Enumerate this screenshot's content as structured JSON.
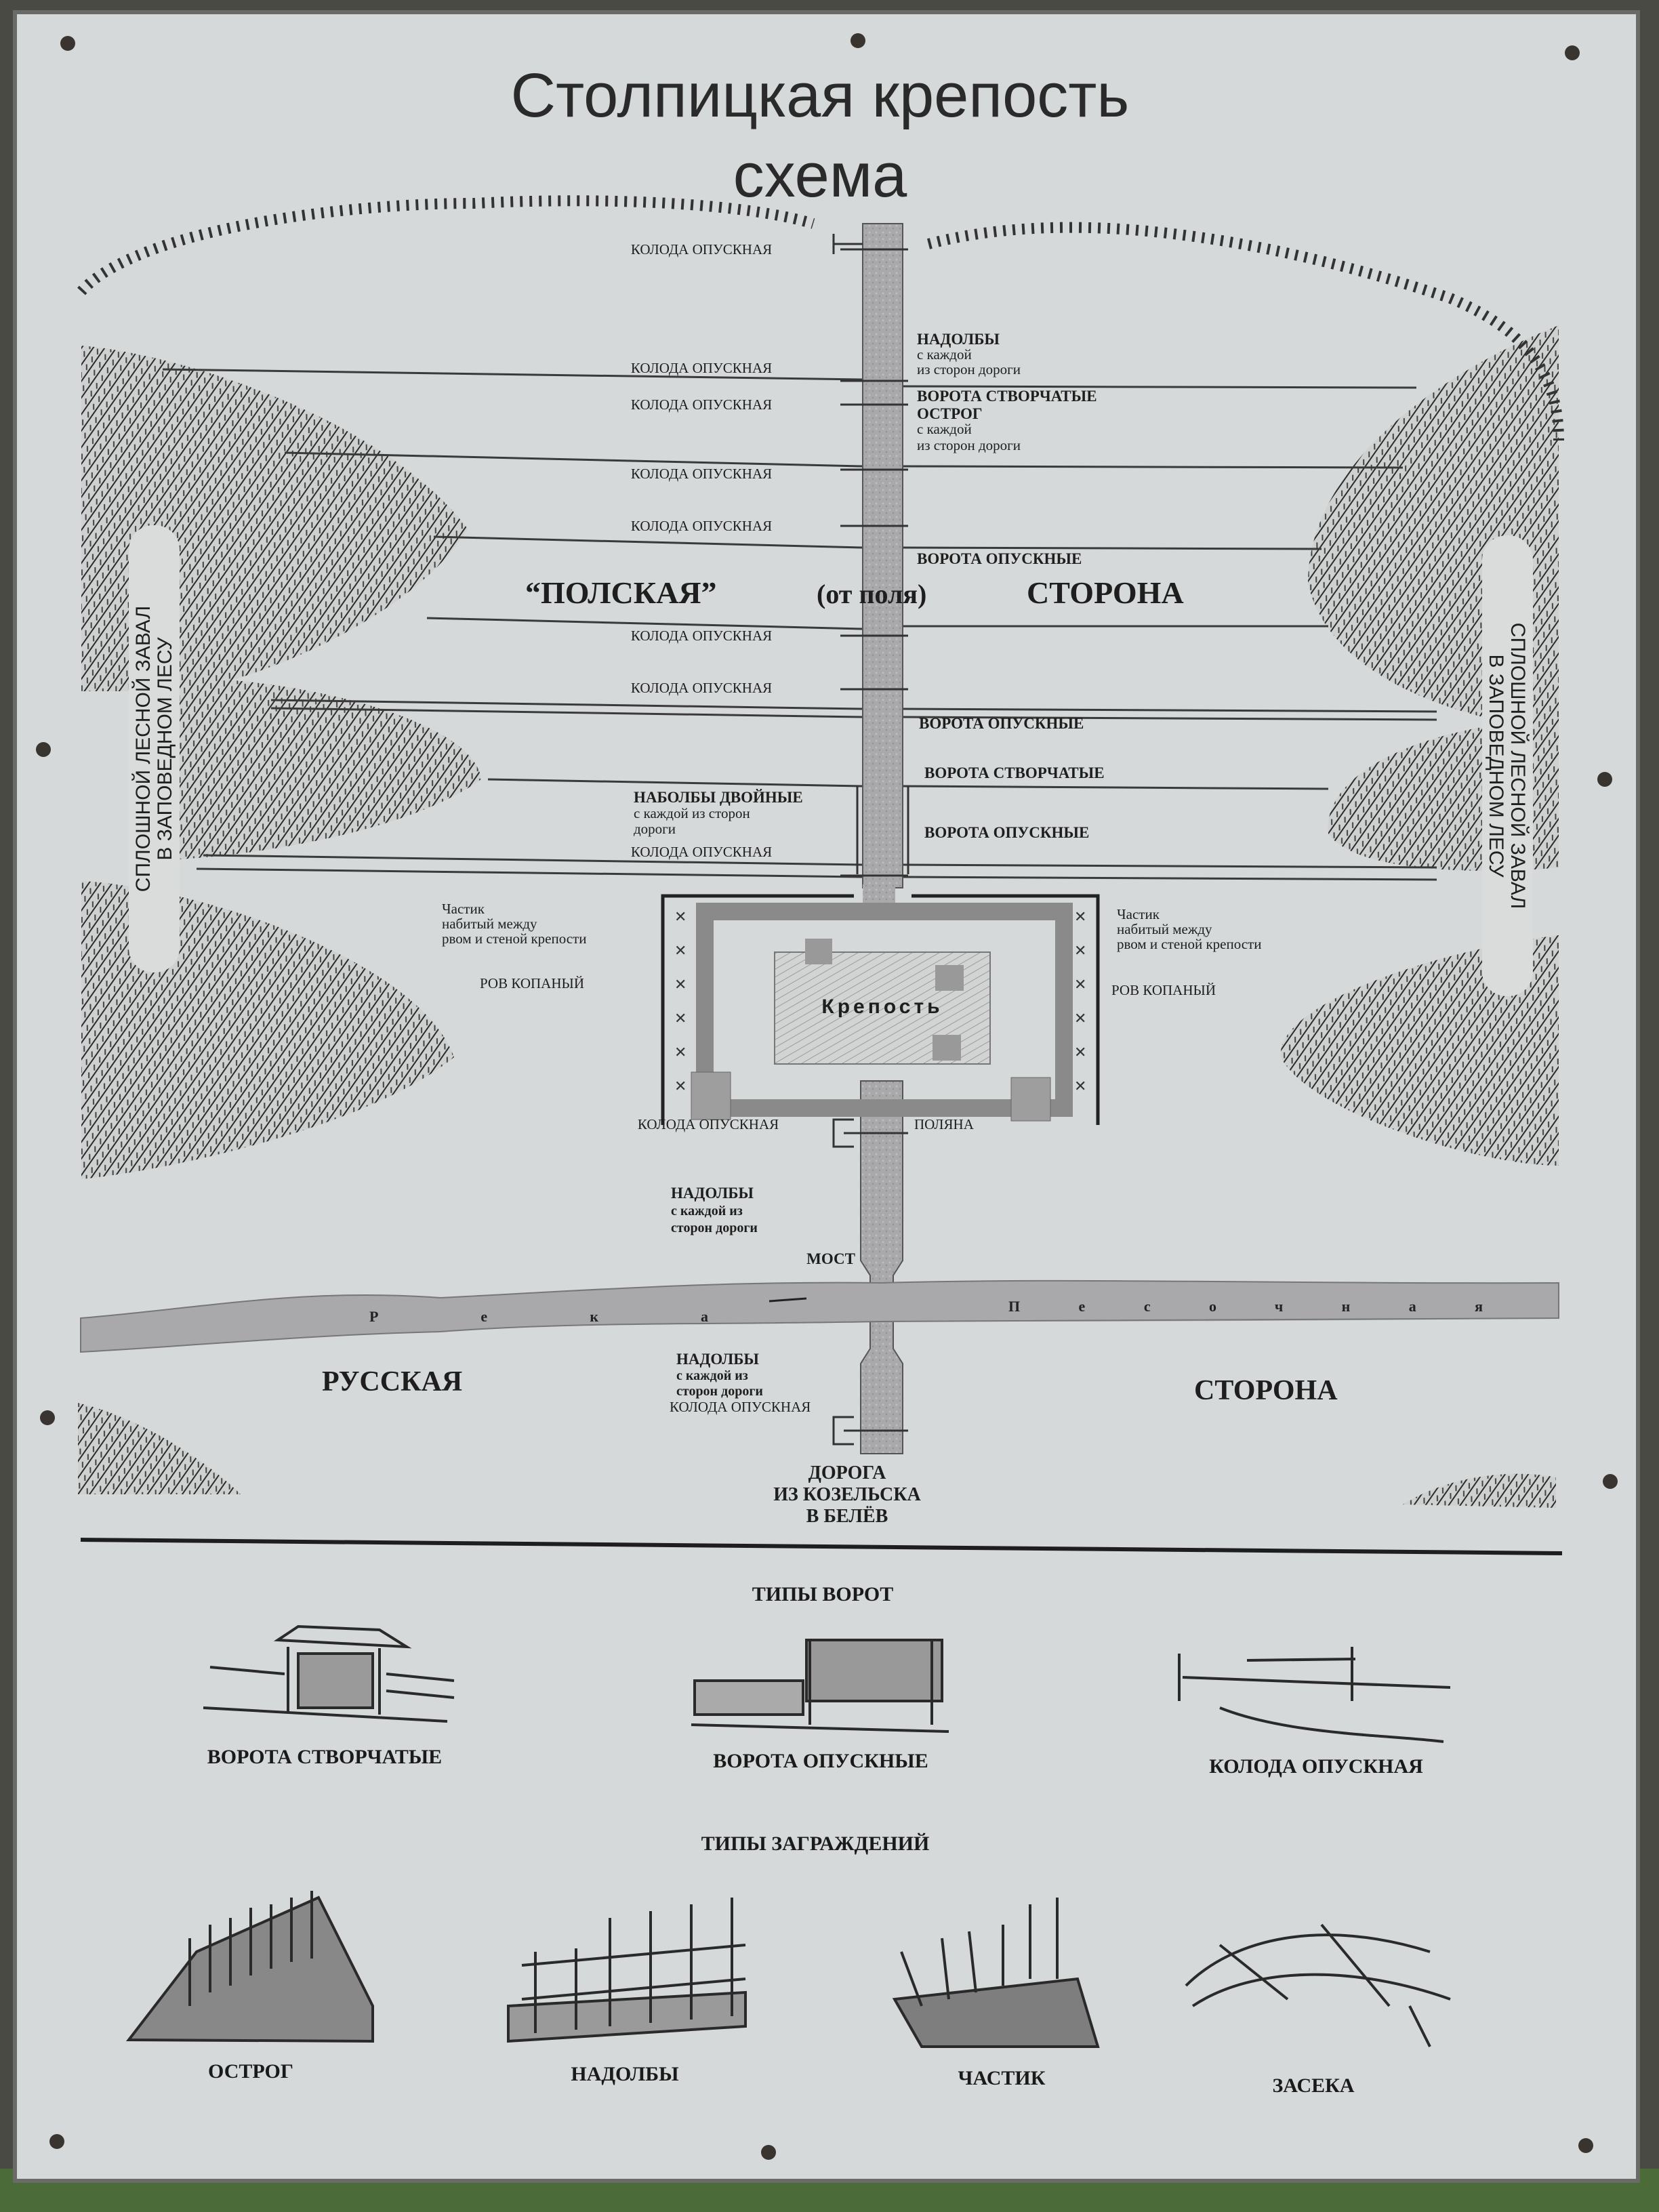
{
  "title": {
    "line1": "Столпицкая крепость",
    "line2": "схема"
  },
  "diagram": {
    "left_labels": {
      "koloda_1": "КОЛОДА ОПУСКНАЯ",
      "koloda_2": "КОЛОДА ОПУСКНАЯ",
      "koloda_3": "КОЛОДА ОПУСКНАЯ",
      "koloda_4": "КОЛОДА ОПУСКНАЯ",
      "koloda_5": "КОЛОДА ОПУСКНАЯ",
      "koloda_6": "КОЛОДА ОПУСКНАЯ",
      "koloda_7": "КОЛОДА ОПУСКНАЯ",
      "koloda_8": "КОЛОДА ОПУСКНАЯ",
      "nadolby_double": {
        "title": "НАБОЛБЫ ДВОЙНЫЕ",
        "line1": "с каждой из сторон",
        "line2": "дороги"
      }
    },
    "right_labels": {
      "nadolby": {
        "title": "НАДОЛБЫ",
        "line1": "с каждой",
        "line2": "из сторон дороги"
      },
      "vorota_stvorchatye_1": "ВОРОТА СТВОРЧАТЫЕ",
      "ostrog": {
        "title": "ОСТРОГ",
        "line1": "с каждой",
        "line2": "из сторон дороги"
      },
      "vorota_opusknye_1": "ВОРОТА ОПУСКНЫЕ",
      "vorota_opusknye_2": "ВОРОТА ОПУСКНЫЕ",
      "vorota_stvorchatye_2": "ВОРОТА СТВОРЧАТЫЕ",
      "vorota_opusknye_3": "ВОРОТА ОПУСКНЫЕ"
    },
    "polskaya": {
      "word1": "“ПОЛСКАЯ”",
      "word2": "(от поля)",
      "word3": "СТОРОНА"
    },
    "side_left": {
      "line1": "СПЛОШНОЙ ЛЕСНОЙ ЗАВАЛ",
      "line2": "В ЗАПОВЕДНОМ ЛЕСУ"
    },
    "side_right": {
      "line1": "СПЛОШНОЙ ЛЕСНОЙ ЗАВАЛ",
      "line2": "В ЗАПОВЕДНОМ ЛЕСУ"
    },
    "fortress": {
      "name": "Крепость",
      "chastik_left": {
        "line1": "Частик",
        "line2": "набитый между",
        "line3": "рвом и стеной крепости"
      },
      "chastik_right": {
        "line1": "Частик",
        "line2": "набитый между",
        "line3": "рвом и стеной крепости"
      },
      "rov_left": "РОВ КОПАНЫЙ",
      "rov_right": "РОВ КОПАНЫЙ",
      "koloda": "КОЛОДА ОПУСКНАЯ",
      "polyana": "ПОЛЯНА"
    },
    "nadolby_upper": {
      "title": "НАДОЛБЫ",
      "line1": "с каждой из",
      "line2": "сторон дороги"
    },
    "most": "МОСТ",
    "river": {
      "word1": "Река",
      "word2": "Песочная"
    },
    "russkaya": "РУССКАЯ",
    "storona": "СТОРОНА",
    "nadolby_lower": {
      "title": "НАДОЛБЫ",
      "line1": "с каждой из",
      "line2": "сторон дороги",
      "koloda": "КОЛОДА ОПУСКНАЯ"
    },
    "road": {
      "line1": "ДОРОГА",
      "line2": "ИЗ КОЗЕЛЬСКА",
      "line3": "В БЕЛЁВ"
    }
  },
  "legend": {
    "gates_title": "ТИПЫ ВОРОТ",
    "gates": [
      "ВОРОТА СТВОРЧАТЫЕ",
      "ВОРОТА ОПУСКНЫЕ",
      "КОЛОДА ОПУСКНАЯ"
    ],
    "barriers_title": "ТИПЫ ЗАГРАЖДЕНИЙ",
    "barriers": [
      "ОСТРОГ",
      "НАДОЛБЫ",
      "ЧАСТИК",
      "ЗАСЕКА"
    ]
  },
  "colors": {
    "board": "#d6d9d9",
    "road": "#a8a8aa",
    "ink": "#1e1e1e"
  }
}
